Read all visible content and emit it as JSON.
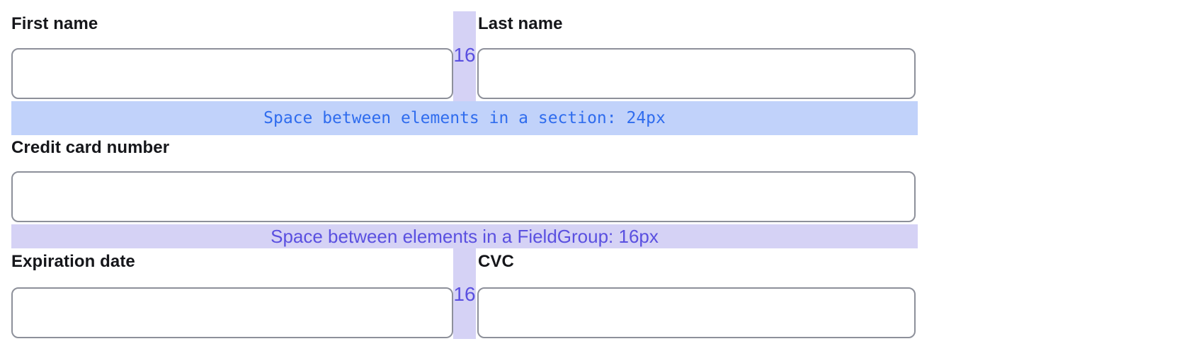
{
  "form": {
    "fields": [
      {
        "id": "first-name",
        "label": "First name",
        "value": ""
      },
      {
        "id": "last-name",
        "label": "Last name",
        "value": ""
      },
      {
        "id": "credit-card-number",
        "label": "Credit card number",
        "value": ""
      },
      {
        "id": "expiration-date",
        "label": "Expiration date",
        "value": ""
      },
      {
        "id": "cvc",
        "label": "CVC",
        "value": ""
      }
    ]
  },
  "spacing_annotations": {
    "section_band_label": "Space between elements in a section: 24px",
    "fieldgroup_band_label": "Space between elements in a FieldGroup: 16px",
    "column_gap_top": "16",
    "column_gap_bottom": "16"
  },
  "colors": {
    "section_band_bg": "#c1d2fa",
    "section_band_text": "#2f6cee",
    "fieldgroup_band_bg": "#d5d2f5",
    "fieldgroup_band_text": "#5a50e0",
    "column_gap_bar": "#d5d2f5",
    "gap_size_text": "#5a50e0",
    "label_text": "#15161a",
    "input_border": "#8d909a",
    "page_bg": "#ffffff"
  }
}
